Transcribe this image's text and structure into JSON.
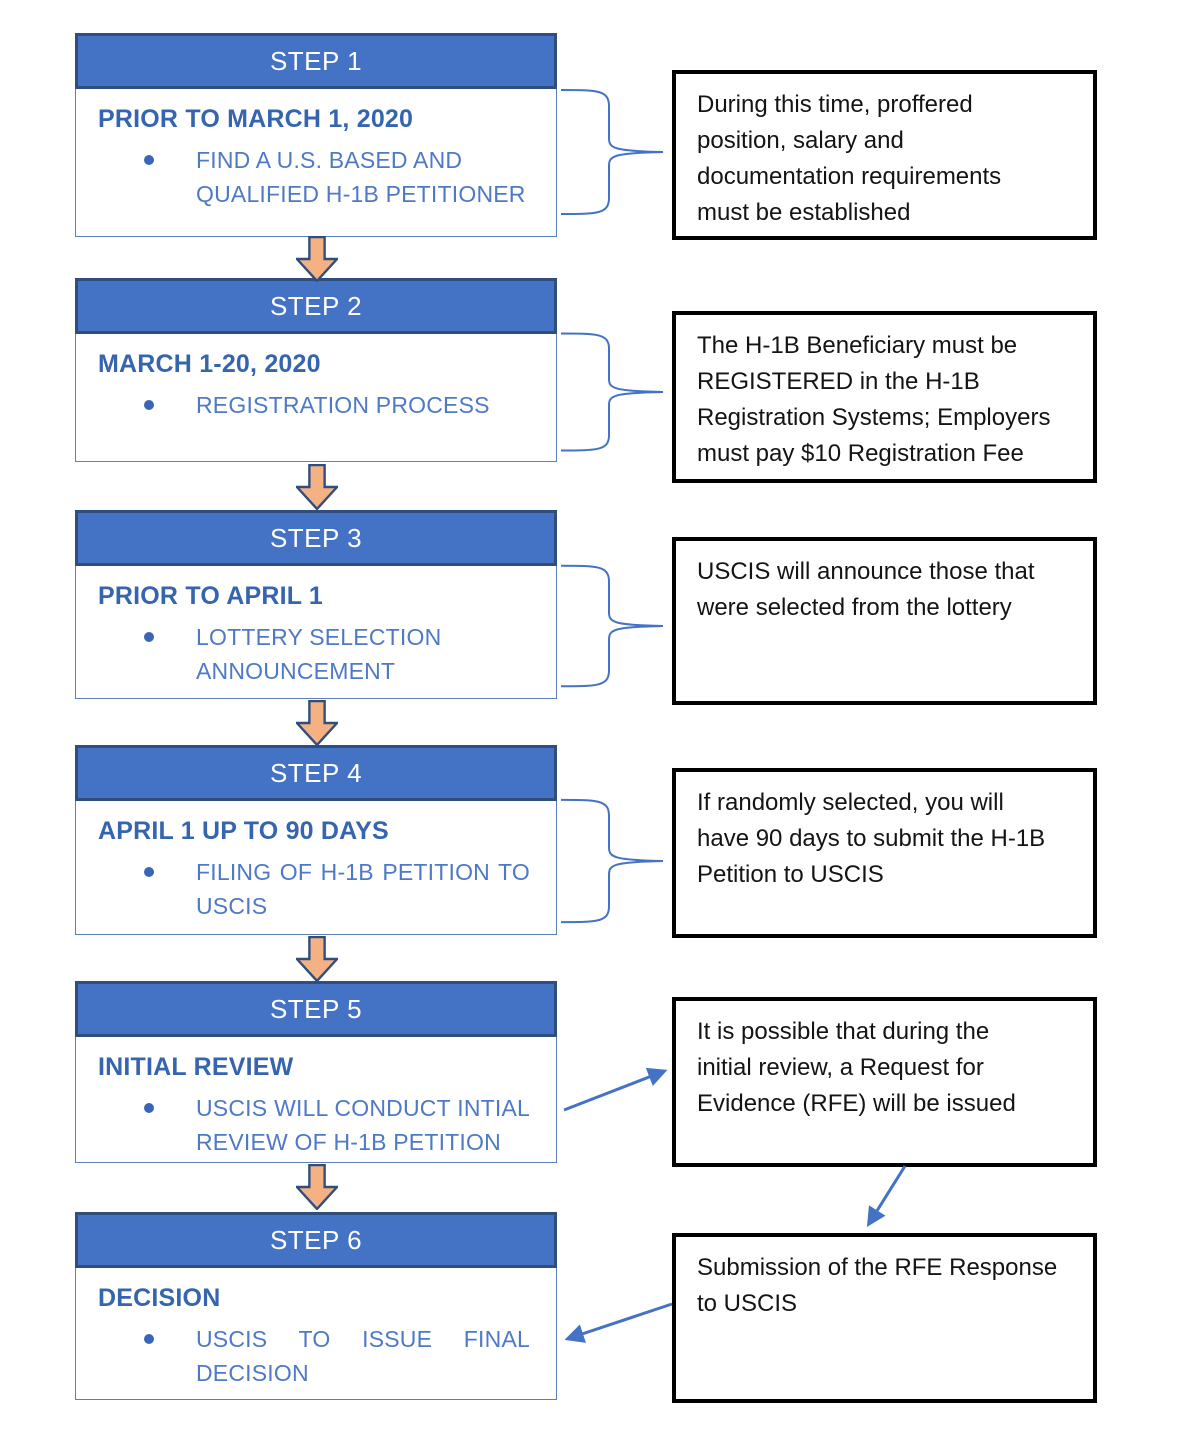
{
  "steps": [
    {
      "header": "STEP 1",
      "title": "PRIOR TO MARCH 1, 2020",
      "bullet_lines": [
        "FIND A U.S. BASED AND",
        "QUALIFIED H-1B PETITIONER"
      ]
    },
    {
      "header": "STEP 2",
      "title": "MARCH 1-20, 2020",
      "bullet_lines": [
        "REGISTRATION PROCESS"
      ]
    },
    {
      "header": "STEP 3",
      "title": "PRIOR TO APRIL 1",
      "bullet_lines": [
        "LOTTERY SELECTION",
        "ANNOUNCEMENT"
      ]
    },
    {
      "header": "STEP 4",
      "title": "APRIL 1 UP TO 90 DAYS",
      "bullet_lines": [
        "FILING OF H-1B PETITION TO",
        "USCIS"
      ]
    },
    {
      "header": "STEP 5",
      "title": "INITIAL REVIEW",
      "bullet_lines": [
        "USCIS WILL CONDUCT INTIAL",
        "REVIEW OF H-1B PETITION"
      ]
    },
    {
      "header": "STEP 6",
      "title": "DECISION",
      "bullet_lines": [
        "USCIS TO ISSUE FINAL",
        "DECISION"
      ]
    }
  ],
  "notes": [
    {
      "lines": [
        "During this time, proffered",
        "position, salary and",
        "documentation requirements",
        "must be established"
      ]
    },
    {
      "lines": [
        "The H-1B Beneficiary must be",
        "REGISTERED in the H-1B",
        "Registration Systems; Employers",
        "must pay $10 Registration Fee"
      ]
    },
    {
      "lines": [
        "USCIS will announce those that",
        "were selected from the lottery"
      ]
    },
    {
      "lines": [
        "If randomly selected, you will",
        "have 90 days to submit the H-1B",
        "Petition to USCIS"
      ]
    },
    {
      "lines": [
        "It is possible that during the",
        "initial review, a Request for",
        "Evidence (RFE) will be issued"
      ]
    },
    {
      "lines": [
        "Submission of the RFE Response",
        "to USCIS"
      ]
    }
  ],
  "colors": {
    "step_header_fill": "#4472C4",
    "step_header_border": "#2F4E7E",
    "step_box_border": "#5B7FB8",
    "step_title_text": "#3565AE",
    "step_bullet_text": "#4E79C6",
    "down_arrow_fill": "#F4B183",
    "down_arrow_stroke": "#2F4E7E",
    "connector_blue": "#4472C4",
    "note_border": "#000000",
    "note_text": "#141414"
  }
}
